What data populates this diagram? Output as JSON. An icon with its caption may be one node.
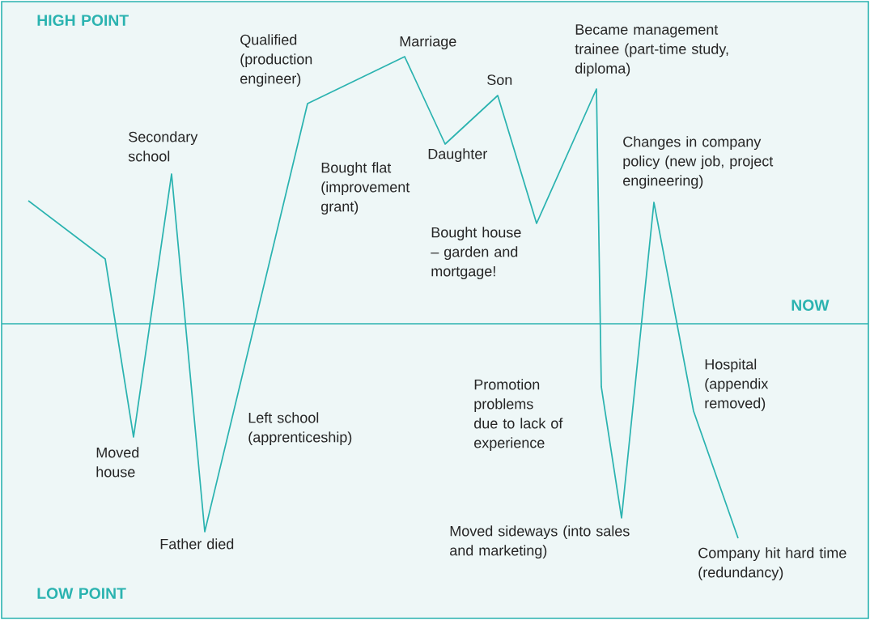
{
  "diagram": {
    "labels": [
      "HIGH POINT",
      "Qualified (production engineer)",
      "Marriage",
      "Became management trainee (part-time study, diploma)",
      "Son",
      "Secondary school",
      "Changes in company policy (new job, project engineering)",
      "Daughter",
      "Bought flat (improvement grant)",
      "Bought house – garden and mortgage!",
      "NOW",
      "Hospital (appendix removed)",
      "Promotion problems due to lack of experience",
      "Left school (apprenticeship)",
      "Moved house",
      "Moved sideways (into sales and marketing)",
      "Father died",
      "Company hit hard time (redundancy)",
      "LOW POINT"
    ]
  }
}
